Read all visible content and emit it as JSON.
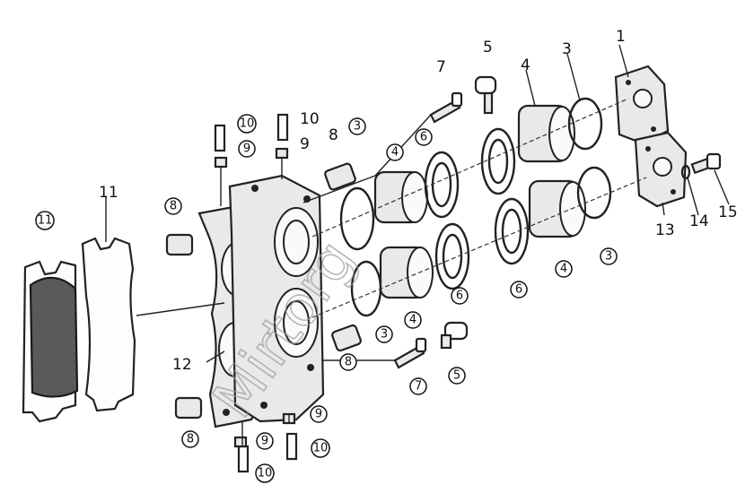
{
  "diagram": {
    "watermark": "Mirtorg",
    "labels": {
      "p1": "1",
      "p3_top": "3",
      "p3_left": "3",
      "p3_right": "3",
      "p3_lower": "3",
      "p4_top": "4",
      "p4_mid": "4",
      "p4_right": "4",
      "p4_lower": "4",
      "p5_top": "5",
      "p5_bottom": "5",
      "p6_a": "6",
      "p6_b": "6",
      "p6_c": "6",
      "p7_top": "7",
      "p7_bottom": "7",
      "p8_top": "8",
      "p8_left": "8",
      "p8_right": "8",
      "p8_bottom": "8",
      "p9_tl": "9",
      "p9_tr": "9",
      "p9_br": "9",
      "p9_bl": "9",
      "p10_tl": "10",
      "p10_tr": "10",
      "p10_br": "10",
      "p10_bl": "10",
      "p11_left": "11",
      "p11_right": "11",
      "p12": "12",
      "p13": "13",
      "p14": "14",
      "p15": "15"
    }
  }
}
